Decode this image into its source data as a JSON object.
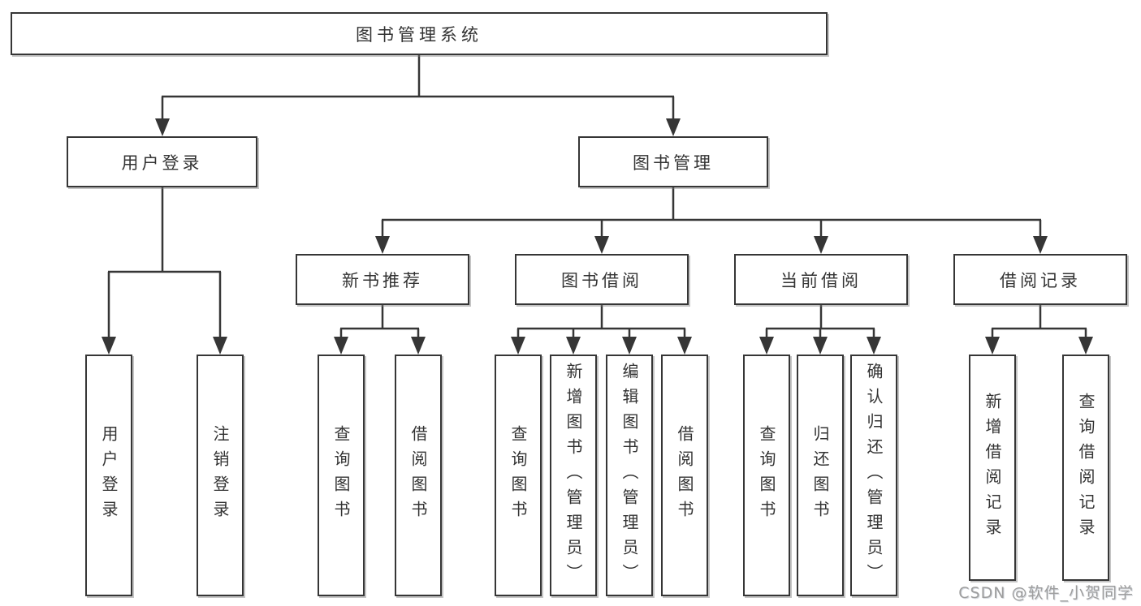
{
  "diagram": {
    "title": "图书管理系统",
    "branches": [
      {
        "label": "用户登录",
        "children": [
          "用户登录",
          "注销登录"
        ]
      },
      {
        "label": "图书管理",
        "children": [
          {
            "label": "新书推荐",
            "children": [
              "查询图书",
              "借阅图书"
            ]
          },
          {
            "label": "图书借阅",
            "children": [
              "查询图书",
              "新增图书（管理员）",
              "编辑图书（管理员）",
              "借阅图书"
            ]
          },
          {
            "label": "当前借阅",
            "children": [
              "查询图书",
              "归还图书",
              "确认归还（管理员）"
            ]
          },
          {
            "label": "借阅记录",
            "children": [
              "新增借阅记录",
              "查询借阅记录"
            ]
          }
        ]
      }
    ]
  },
  "watermark": {
    "text": "CSDN @软件_小贺同学"
  },
  "colors": {
    "line": "#363636",
    "box_border": "#363636",
    "box_fill": "#ffffff",
    "text": "#333333",
    "watermark": "#9e9e9e"
  }
}
